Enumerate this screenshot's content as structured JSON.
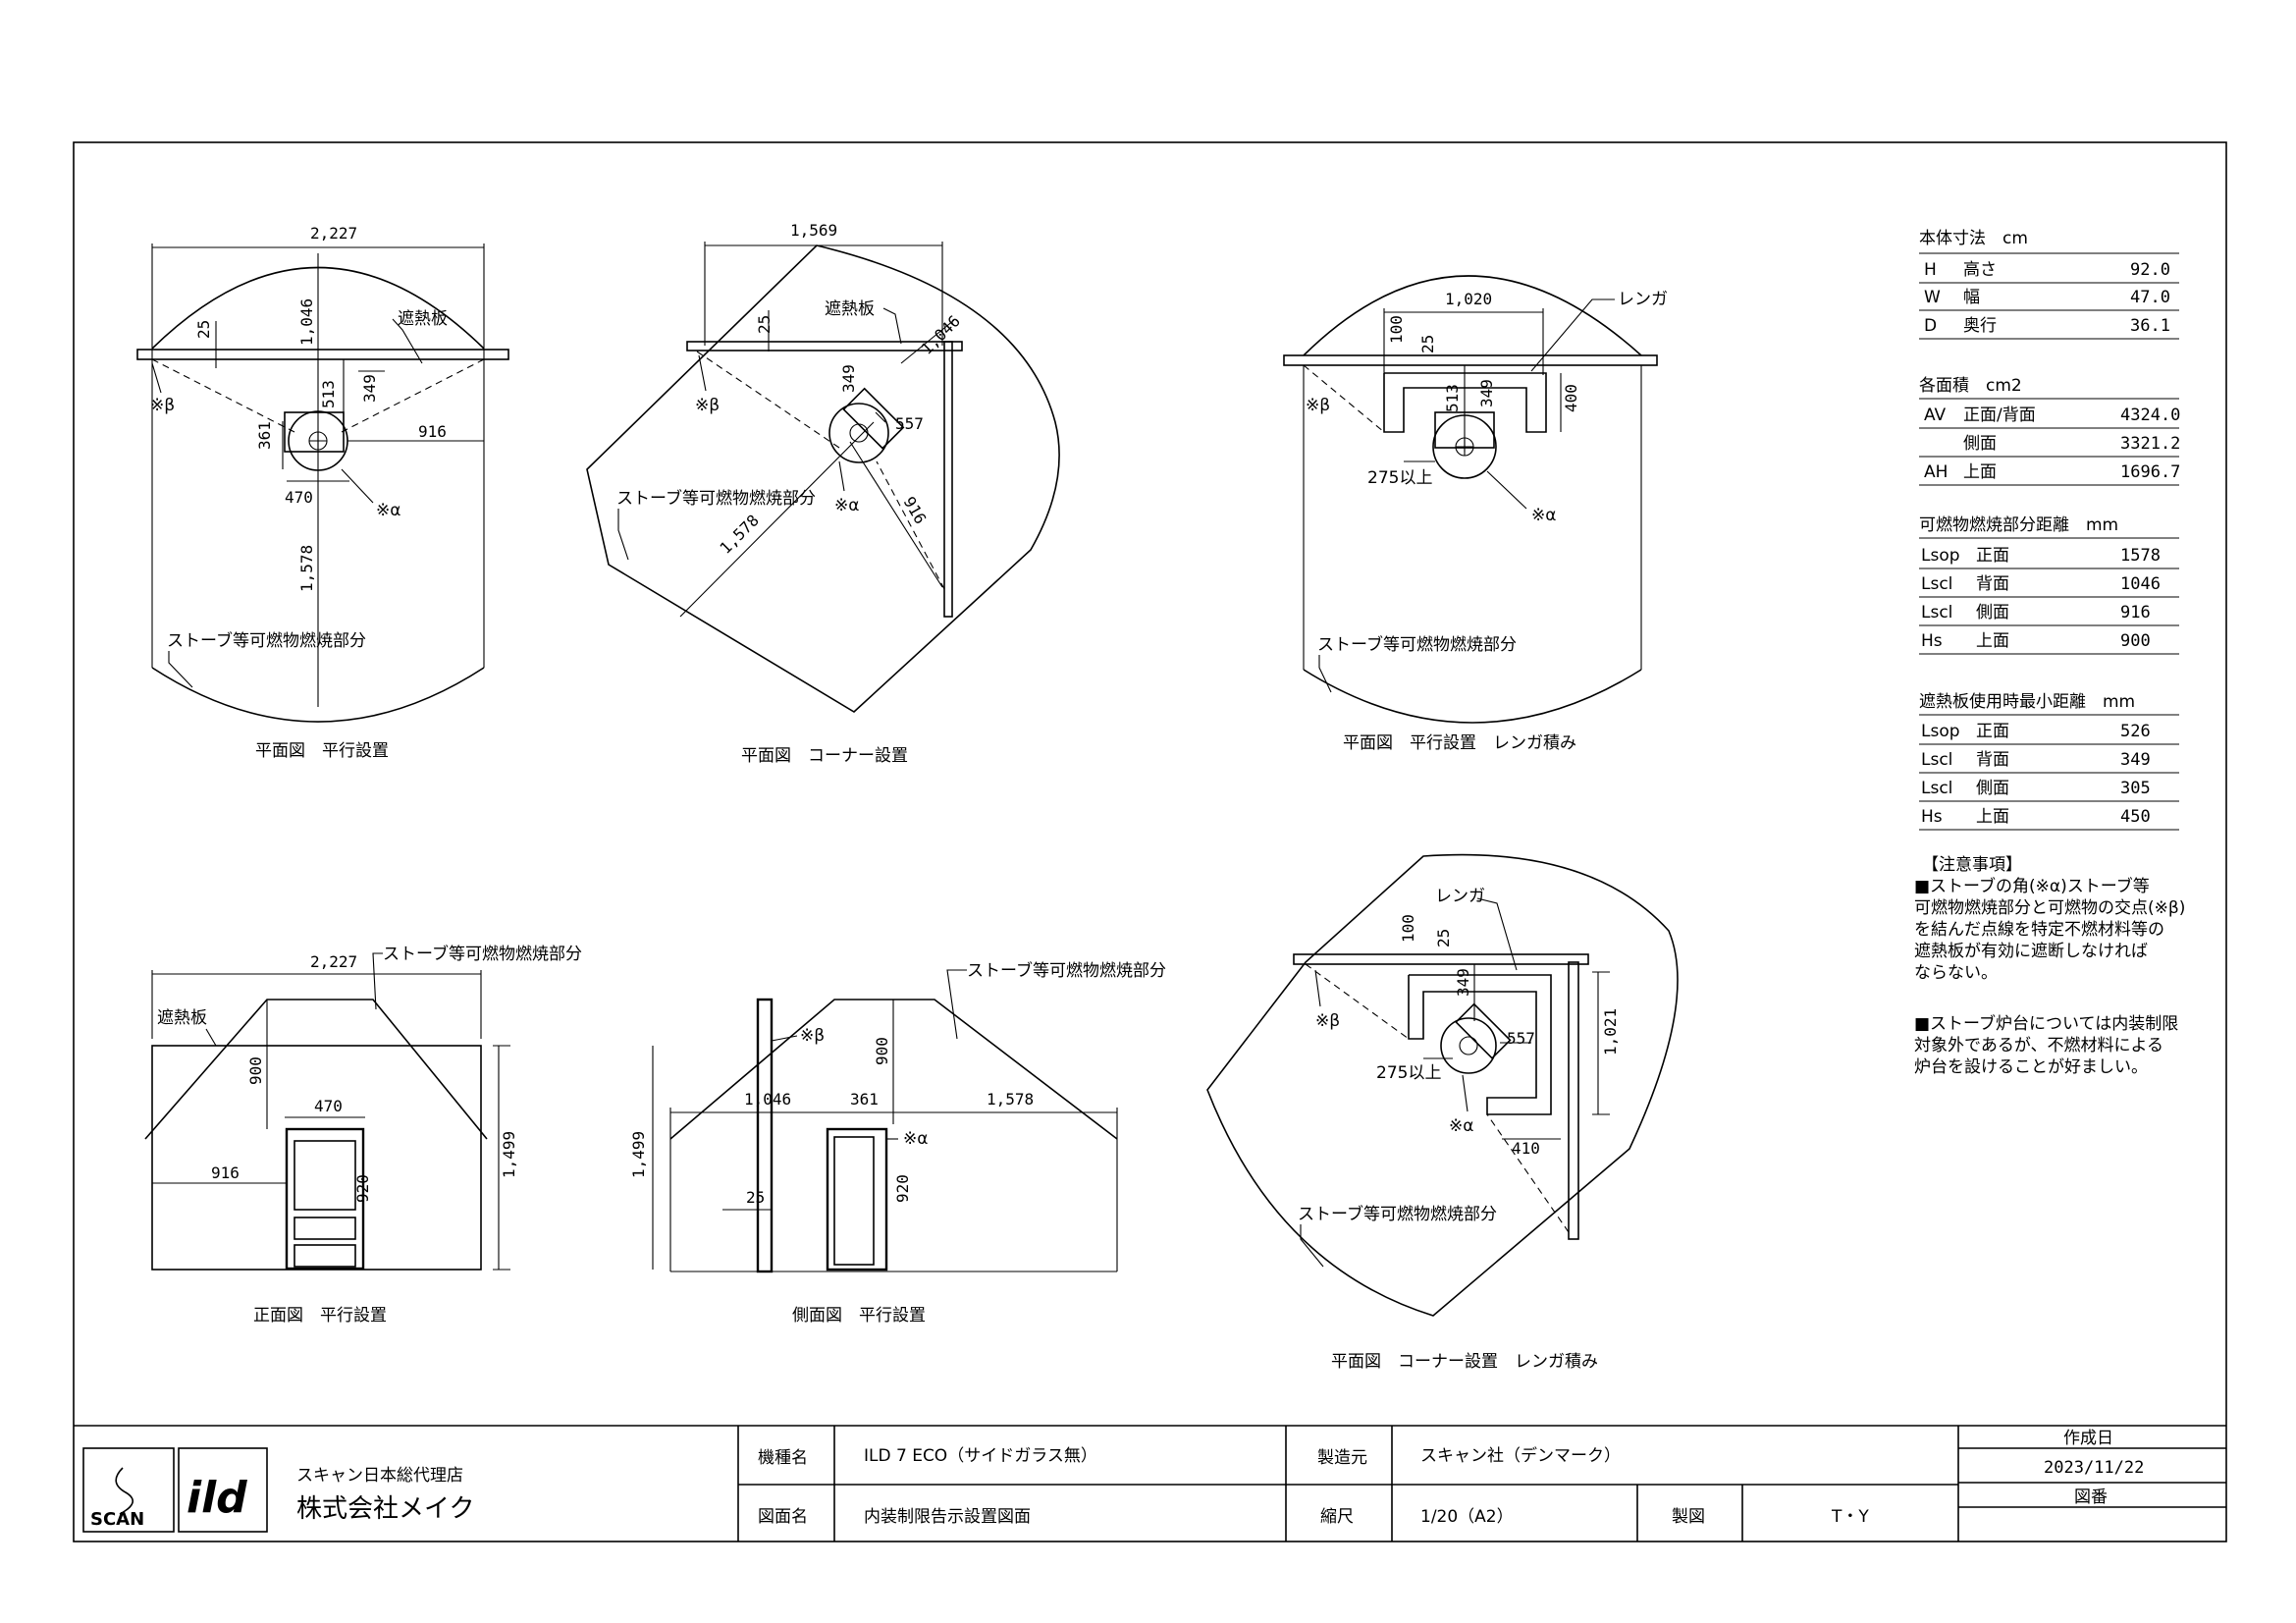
{
  "drawings": {
    "plan_parallel": {
      "caption": "平面図　平行設置",
      "dim_width": "2,227",
      "dim_back": "1,046",
      "dim_25": "25",
      "dim_513": "513",
      "dim_349": "349",
      "dim_361": "361",
      "dim_916": "916",
      "dim_470": "470",
      "dim_1578": "1,578",
      "label_shield": "遮熱板",
      "label_beta": "※β",
      "label_alpha": "※α",
      "label_combustible": "ストーブ等可燃物燃焼部分"
    },
    "plan_corner": {
      "caption": "平面図　コーナー設置",
      "dim_width": "1,569",
      "dim_back": "1,046",
      "dim_25": "25",
      "dim_349": "349",
      "dim_557": "557",
      "dim_916": "916",
      "dim_1578": "1,578",
      "label_shield": "遮熱板",
      "label_beta": "※β",
      "label_alpha": "※α",
      "label_combustible": "ストーブ等可燃物燃焼部分"
    },
    "plan_parallel_brick": {
      "caption": "平面図　平行設置　レンガ積み",
      "dim_width": "1,020",
      "dim_100": "100",
      "dim_25": "25",
      "dim_513": "513",
      "dim_349": "349",
      "dim_400": "400",
      "dim_275": "275以上",
      "label_brick": "レンガ",
      "label_beta": "※β",
      "label_alpha": "※α",
      "label_combustible": "ストーブ等可燃物燃焼部分"
    },
    "plan_corner_brick": {
      "caption": "平面図　コーナー設置　レンガ積み",
      "dim_100": "100",
      "dim_25": "25",
      "dim_349": "349",
      "dim_557": "557",
      "dim_1021": "1,021",
      "dim_410": "410",
      "dim_275": "275以上",
      "label_brick": "レンガ",
      "label_beta": "※β",
      "label_alpha": "※α",
      "label_combustible": "ストーブ等可燃物燃焼部分"
    },
    "front": {
      "caption": "正面図　平行設置",
      "dim_width": "2,227",
      "dim_900": "900",
      "dim_470": "470",
      "dim_916": "916",
      "dim_920": "920",
      "dim_1499": "1,499",
      "label_shield": "遮熱板",
      "label_combustible": "ストーブ等可燃物燃焼部分"
    },
    "side": {
      "caption": "側面図　平行設置",
      "dim_1046": "1,046",
      "dim_361": "361",
      "dim_1578": "1,578",
      "dim_900": "900",
      "dim_920": "920",
      "dim_25": "25",
      "dim_1499": "1,499",
      "label_beta": "※β",
      "label_alpha": "※α",
      "label_combustible": "ストーブ等可燃物燃焼部分"
    }
  },
  "specs": {
    "dimensions": {
      "title": "本体寸法　cm",
      "rows": [
        {
          "code": "H",
          "name": "高さ",
          "value": "92.0"
        },
        {
          "code": "W",
          "name": "幅",
          "value": "47.0"
        },
        {
          "code": "D",
          "name": "奥行",
          "value": "36.1"
        }
      ]
    },
    "areas": {
      "title": "各面積　cm2",
      "rows": [
        {
          "code": "AV",
          "name": "正面/背面",
          "value": "4324.0"
        },
        {
          "code": "",
          "name": "側面",
          "value": "3321.2"
        },
        {
          "code": "AH",
          "name": "上面",
          "value": "1696.7"
        }
      ]
    },
    "combustible": {
      "title": "可燃物燃焼部分距離　mm",
      "rows": [
        {
          "code": "Lsop",
          "name": "正面",
          "value": "1578"
        },
        {
          "code": "Lscl",
          "name": "背面",
          "value": "1046"
        },
        {
          "code": "Lscl",
          "name": "側面",
          "value": "916"
        },
        {
          "code": "Hs",
          "name": "上面",
          "value": "900"
        }
      ]
    },
    "shield": {
      "title": "遮熱板使用時最小距離　mm",
      "rows": [
        {
          "code": "Lsop",
          "name": "正面",
          "value": "526"
        },
        {
          "code": "Lscl",
          "name": "背面",
          "value": "349"
        },
        {
          "code": "Lscl",
          "name": "側面",
          "value": "305"
        },
        {
          "code": "Hs",
          "name": "上面",
          "value": "450"
        }
      ]
    }
  },
  "notes": {
    "title": "【注意事項】",
    "note1": [
      "■ストーブの角(※α)ストーブ等",
      "可燃物燃焼部分と可燃物の交点(※β)",
      "を結んだ点線を特定不燃材料等の",
      "遮熱板が有効に遮断しなければ",
      " ならない。"
    ],
    "note2": [
      "■ストーブ炉台については内装制限",
      "対象外であるが、不燃材料による",
      "炉台を設けることが好ましい。"
    ]
  },
  "title_block": {
    "brand_scan": "SCAN",
    "brand_ild": "ild",
    "company_sub": "スキャン日本総代理店",
    "company_name": "株式会社メイク",
    "model_label": "機種名",
    "model_value": "ILD 7 ECO（サイドガラス無）",
    "maker_label": "製造元",
    "maker_value": "スキャン社（デンマーク）",
    "created_label": "作成日",
    "created_value": "2023/11/22",
    "drawing_label": "図面名",
    "drawing_value": "内装制限告示設置図面",
    "scale_label": "縮尺",
    "scale_value": "1/20（A2）",
    "drafter_label": "製図",
    "drafter_value": "T・Y",
    "number_label": "図番"
  }
}
